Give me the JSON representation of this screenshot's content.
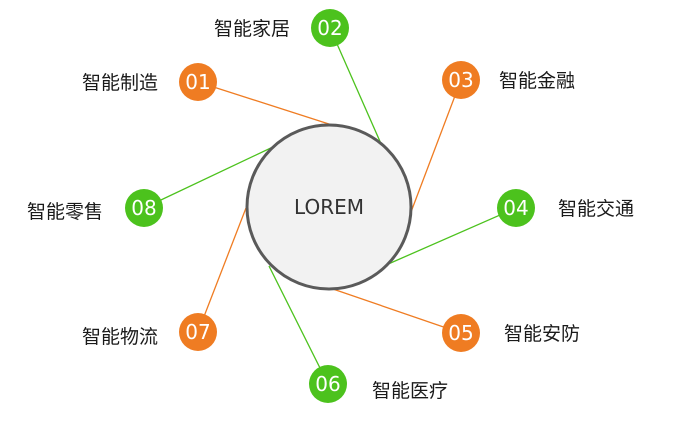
{
  "hub": {
    "label": "LOREM"
  },
  "colors": {
    "orange": "#ef7c22",
    "green": "#4cc21d",
    "hub_fill": "#f2f2f2",
    "hub_stroke": "#5a5a5a"
  },
  "nodes": [
    {
      "id": "01",
      "label": "智能制造",
      "color": "orange"
    },
    {
      "id": "02",
      "label": "智能家居",
      "color": "green"
    },
    {
      "id": "03",
      "label": "智能金融",
      "color": "orange"
    },
    {
      "id": "04",
      "label": "智能交通",
      "color": "green"
    },
    {
      "id": "05",
      "label": "智能安防",
      "color": "orange"
    },
    {
      "id": "06",
      "label": "智能医疗",
      "color": "green"
    },
    {
      "id": "07",
      "label": "智能物流",
      "color": "orange"
    },
    {
      "id": "08",
      "label": "智能零售",
      "color": "green"
    }
  ]
}
